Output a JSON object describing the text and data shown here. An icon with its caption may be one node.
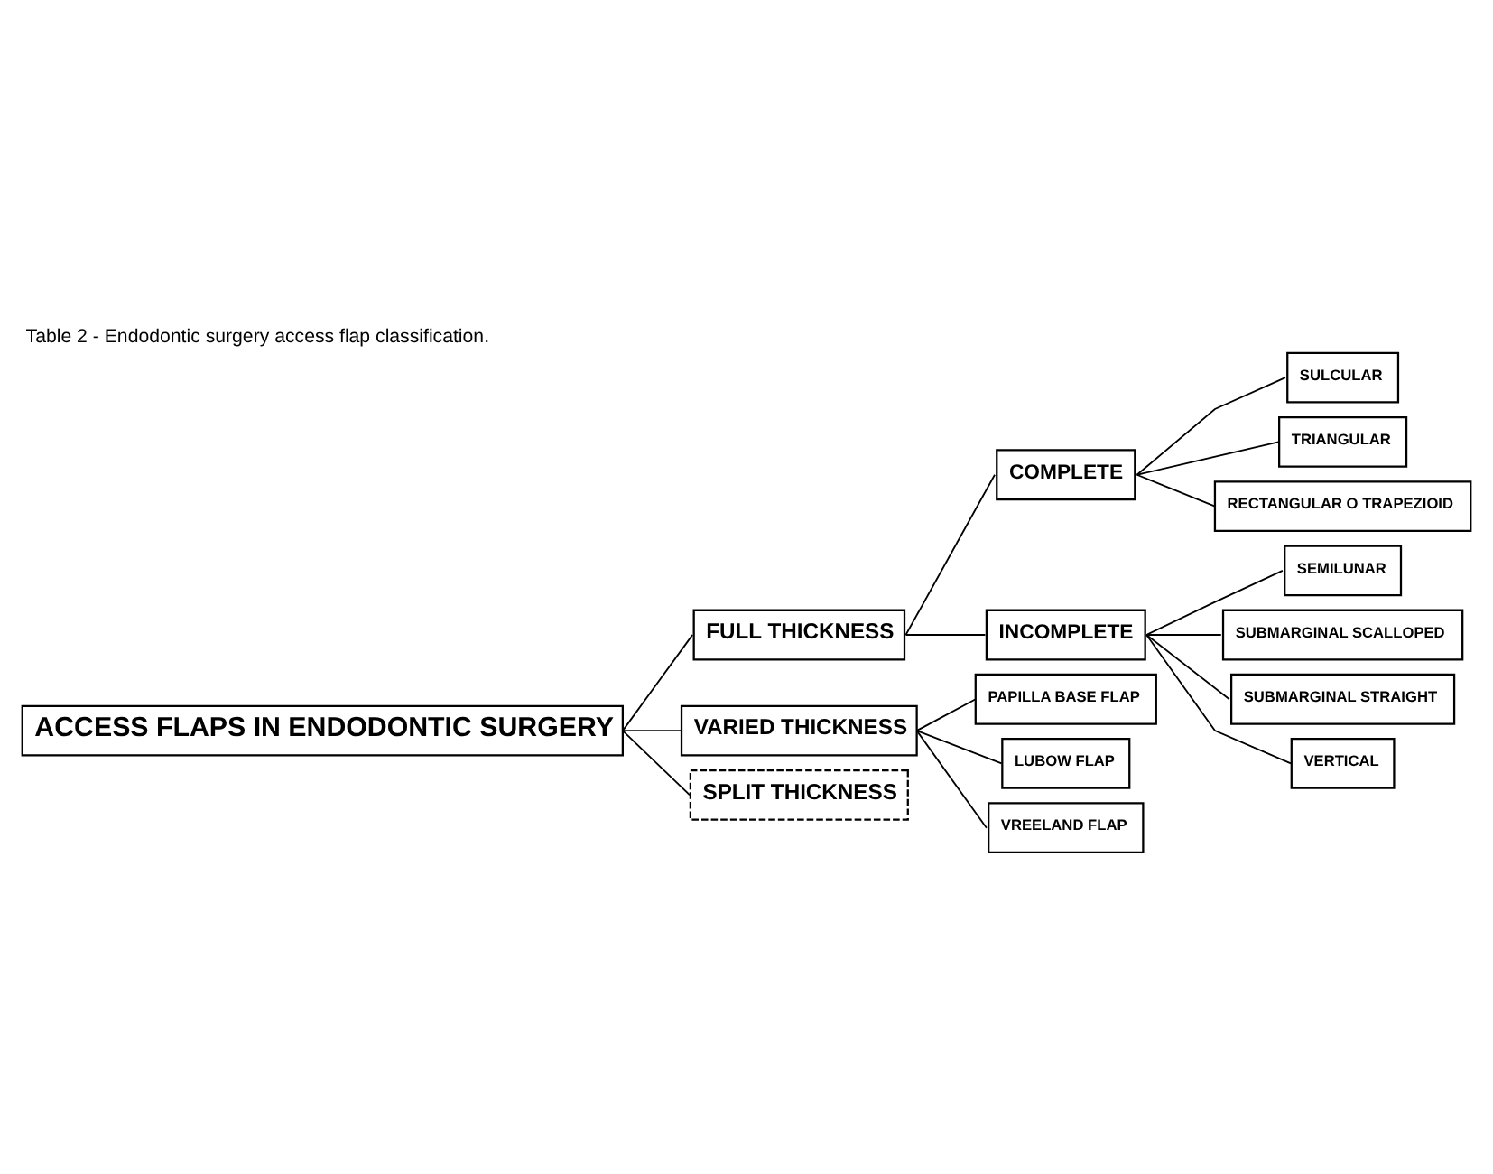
{
  "diagram": {
    "title": "Table 2 - Endodontic surgery access flap classification.",
    "nodes": [
      {
        "text": [
          "ACCESS FLAPS IN ENDODONTIC SURGERY"
        ]
      },
      {
        "text": [
          "FULL THICKNESS"
        ]
      },
      {
        "text": [
          "VARIED THICKNESS"
        ]
      },
      {
        "text": [
          "SPLIT THICKNESS"
        ]
      },
      {
        "text": [
          "COMPLETE"
        ]
      },
      {
        "text": [
          "INCOMPLETE"
        ]
      },
      {
        "text": [
          "SULCULAR"
        ]
      },
      {
        "text": [
          "TRIANGULAR"
        ]
      },
      {
        "text": [
          "RECTANGULAR O TRAPEZIOID"
        ]
      },
      {
        "text": [
          "SEMILUNAR"
        ]
      },
      {
        "text": [
          "SUBMARGINAL SCALLOPED"
        ]
      },
      {
        "text": [
          "SUBMARGINAL STRAIGHT"
        ]
      },
      {
        "text": [
          "VERTICAL"
        ]
      },
      {
        "text": [
          "PAPILLA BASE FLAP"
        ]
      },
      {
        "text": [
          "LUBOW FLAP"
        ]
      },
      {
        "text": [
          "VREELAND FLAP"
        ]
      }
    ],
    "edges": [
      {
        "from": 0,
        "to": 1,
        "arrow": "none"
      },
      {
        "from": 0,
        "to": 2,
        "arrow": "none"
      },
      {
        "from": 0,
        "to": 3,
        "arrow": "none"
      },
      {
        "from": 1,
        "to": 4,
        "arrow": "none"
      },
      {
        "from": 1,
        "to": 5,
        "arrow": "none"
      },
      {
        "from": 4,
        "to": 6,
        "arrow": "none"
      },
      {
        "from": 4,
        "to": 7,
        "arrow": "none"
      },
      {
        "from": 4,
        "to": 8,
        "arrow": "none"
      },
      {
        "from": 5,
        "to": 9,
        "arrow": "none"
      },
      {
        "from": 5,
        "to": 10,
        "arrow": "none"
      },
      {
        "from": 5,
        "to": 11,
        "arrow": "none"
      },
      {
        "from": 5,
        "to": 12,
        "arrow": "none"
      },
      {
        "from": 2,
        "to": 13,
        "arrow": "none"
      },
      {
        "from": 2,
        "to": 14,
        "arrow": "none"
      },
      {
        "from": 2,
        "to": 15,
        "arrow": "none"
      }
    ]
  }
}
